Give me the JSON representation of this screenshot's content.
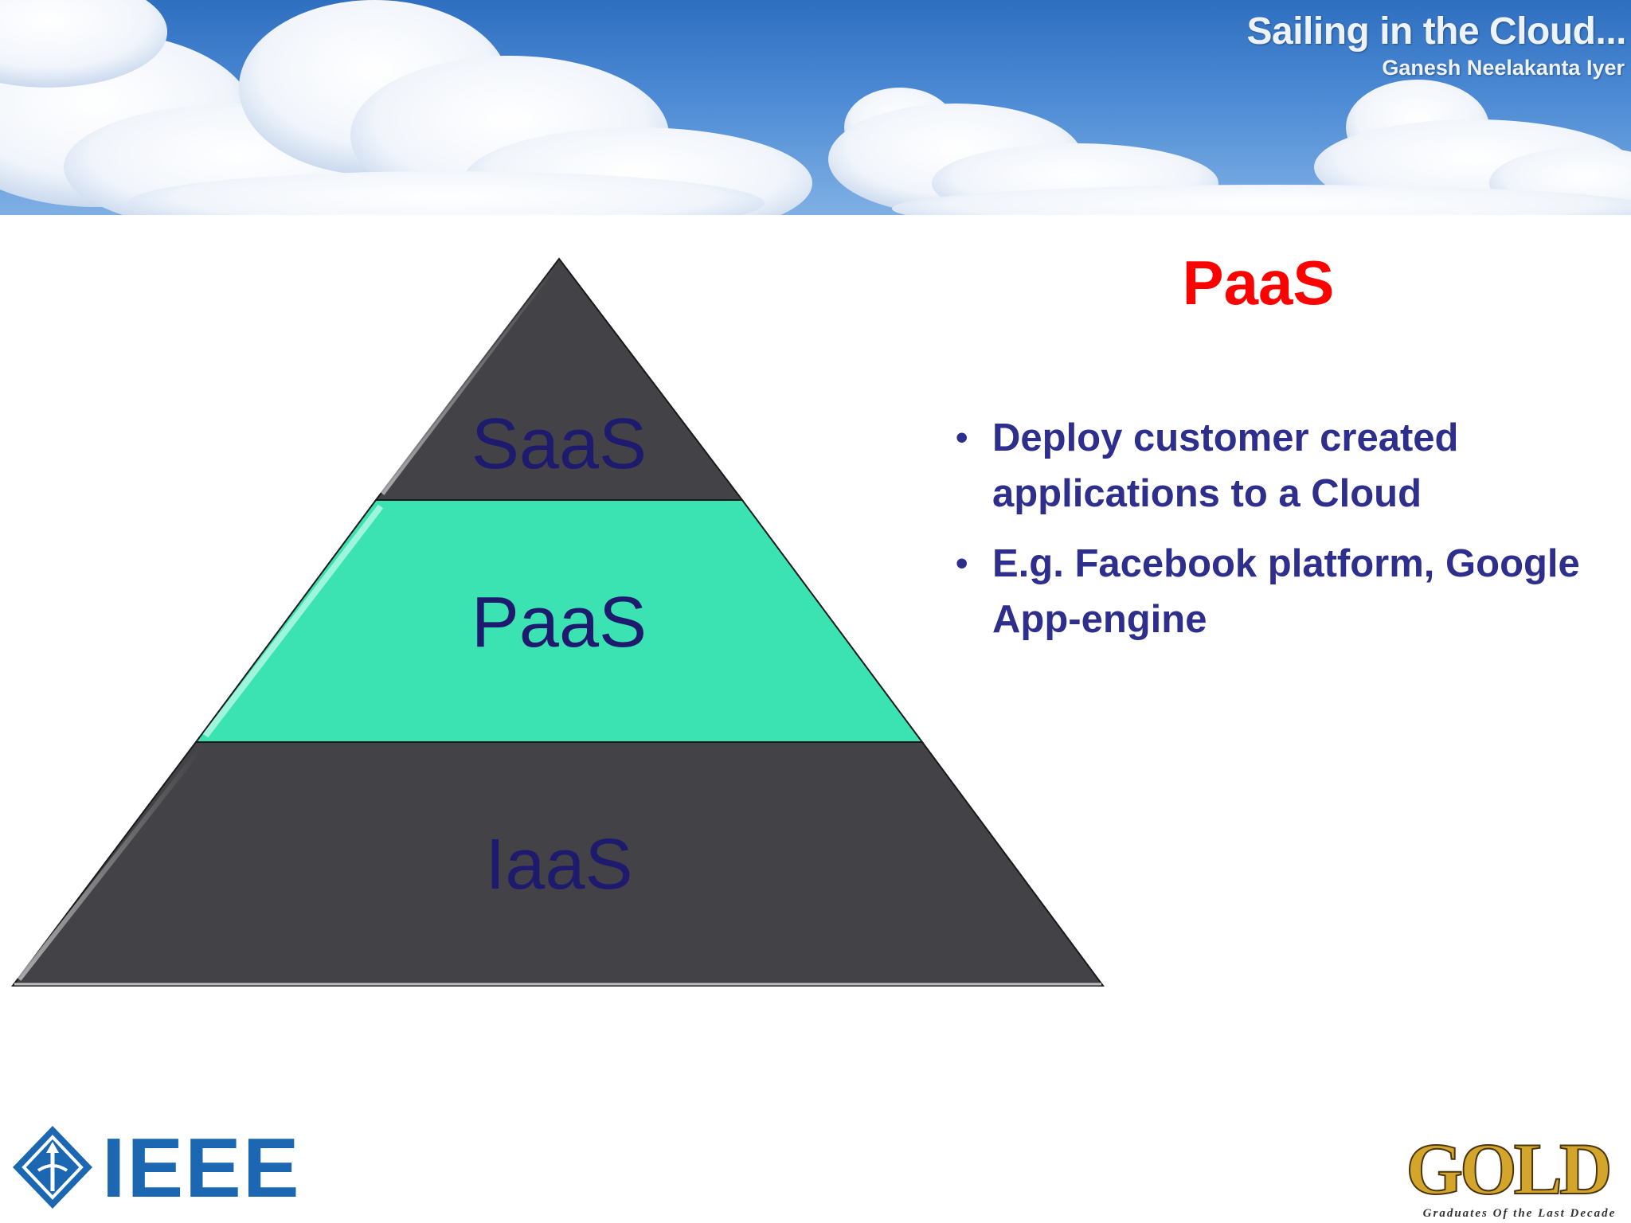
{
  "header": {
    "title": "Sailing in the Cloud...",
    "author": "Ganesh Neelakanta Iyer"
  },
  "pyramid": {
    "layers": [
      {
        "label": "SaaS",
        "highlighted": false
      },
      {
        "label": "PaaS",
        "highlighted": true
      },
      {
        "label": "IaaS",
        "highlighted": false
      }
    ],
    "colors": {
      "dark": "#434246",
      "highlight": "#3ae3b1",
      "label": "#1e1b6e"
    }
  },
  "content": {
    "title": "PaaS",
    "bullets": [
      "Deploy customer created applications to a Cloud",
      "E.g. Facebook platform, Google App-engine"
    ]
  },
  "footer": {
    "left_logo": "IEEE",
    "right_logo": "GOLD",
    "right_tagline": "Graduates Of the Last Decade"
  }
}
